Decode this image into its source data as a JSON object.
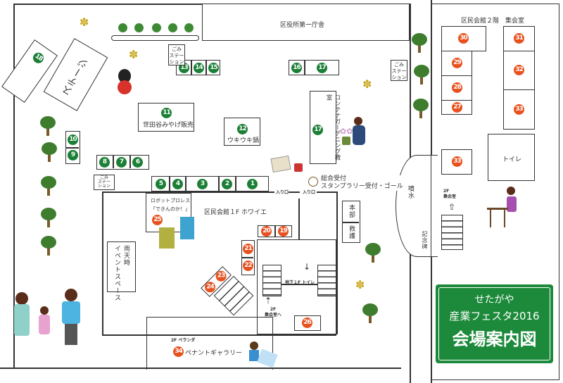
{
  "buildings": {
    "city_hall": "区役所第一庁舎",
    "stage": "ステージ",
    "foyer": "区民会館１F ホワイエ",
    "second_floor": "区民会館２階　集会室",
    "fountain": "噴水",
    "monument": "記念碑",
    "toilet_2f": "トイレ",
    "hq": "本部",
    "rescue": "救護",
    "rain_event_space": "雨天時\nイベントスペース",
    "b1_toilet": "地下１F トイレ",
    "to_2f": "2F\n集会室へ",
    "stairs_2f": "2F\n集会室",
    "veranda": "2F ベランダ",
    "entrance": "入り口",
    "reception": "総合受付\nスタンプラリー受付・ゴール",
    "garbage_station": "ごみ\nステー\nション"
  },
  "booths": {
    "b1": "1",
    "b2": "2",
    "b3": "3",
    "b4": "4",
    "b5": "5",
    "b6": "6",
    "b7": "7",
    "b8": "8",
    "b9": "9",
    "b10": "10",
    "b11": "11",
    "b11_label": "世田谷みやげ販売",
    "b12": "12",
    "b12_label": "ウキウキ鍋",
    "b13": "13",
    "b14": "14",
    "b15": "15",
    "b16": "16",
    "b17": "17",
    "b17_garden": "17",
    "b17_label": "コンテナガーデニング教室",
    "b18": "18",
    "b19": "19",
    "b20": "20",
    "b21": "21",
    "b22": "22",
    "b23": "23",
    "b24": "24",
    "b25": "25",
    "b25_label": "ロボットプロレス\n「できんのか！」",
    "b26": "26",
    "b27": "27",
    "b28": "28",
    "b29": "29",
    "b30": "30",
    "b31": "31",
    "b32": "32",
    "b33": "33",
    "b33b": "33",
    "b34": "34",
    "b34_label": "ペナントギャラリー"
  },
  "title_panel": {
    "line1": "せたがや",
    "line2": "産業フェスタ2016",
    "line3": "会場案内図"
  },
  "colors": {
    "outdoor_booth": "#1b7f35",
    "indoor_booth": "#e8511e",
    "title_bg": "#1c8a3a"
  }
}
